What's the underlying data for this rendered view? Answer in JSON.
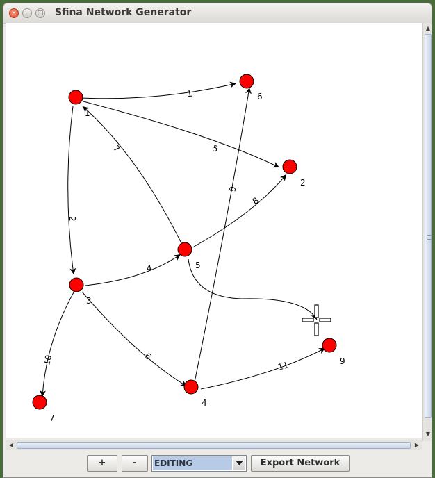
{
  "window": {
    "title": "Sfina Network Generator",
    "controls": {
      "close": "×",
      "minimize": "–",
      "maximize": "□"
    }
  },
  "graph": {
    "node_color": "#ff0000",
    "nodes": [
      {
        "id": "1",
        "label": "1"
      },
      {
        "id": "2",
        "label": "2"
      },
      {
        "id": "3",
        "label": "3"
      },
      {
        "id": "4",
        "label": "4"
      },
      {
        "id": "5",
        "label": "5"
      },
      {
        "id": "6",
        "label": "6"
      },
      {
        "id": "7",
        "label": "7"
      },
      {
        "id": "9",
        "label": "9"
      }
    ],
    "edges": [
      {
        "label": "1",
        "from": "1",
        "to": "6"
      },
      {
        "label": "2",
        "from": "1",
        "to": "3"
      },
      {
        "label": "5",
        "from": "1",
        "to": "2"
      },
      {
        "label": "7",
        "from": "5",
        "to": "1"
      },
      {
        "label": "4",
        "from": "3",
        "to": "5"
      },
      {
        "label": "8",
        "from": "5",
        "to": "2"
      },
      {
        "label": "9",
        "from": "4",
        "to": "6"
      },
      {
        "label": "6",
        "from": "3",
        "to": "4"
      },
      {
        "label": "10",
        "from": "3",
        "to": "7"
      },
      {
        "label": "11",
        "from": "4",
        "to": "9"
      },
      {
        "label": "",
        "from": "5",
        "to": "cursor"
      }
    ]
  },
  "toolbar": {
    "zoom_in_label": "+",
    "zoom_out_label": "-",
    "mode_value": "EDITING",
    "export_label": "Export Network"
  },
  "scrollbars": {
    "up": "▲",
    "down": "▼",
    "left": "◀",
    "right": "▶"
  }
}
